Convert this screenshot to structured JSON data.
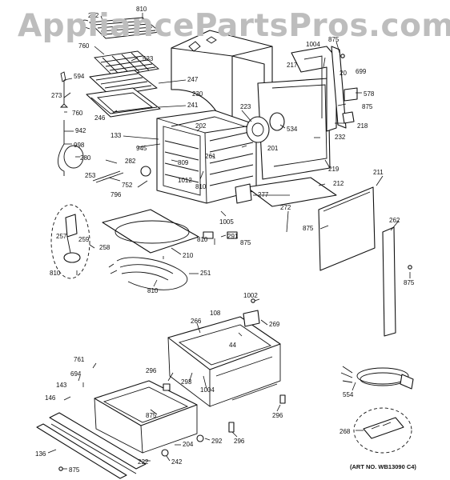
{
  "watermark": "AppliancePartsPros.com",
  "art_number": "(ART NO. WB13090 C4)",
  "callouts": [
    {
      "id": "c252",
      "text": "252"
    },
    {
      "id": "c810a",
      "text": "810"
    },
    {
      "id": "c1004a",
      "text": "1004"
    },
    {
      "id": "c875a",
      "text": "875"
    },
    {
      "id": "c760a",
      "text": "760"
    },
    {
      "id": "c533",
      "text": "533"
    },
    {
      "id": "c217",
      "text": "217"
    },
    {
      "id": "c699",
      "text": "699"
    },
    {
      "id": "c594",
      "text": "594"
    },
    {
      "id": "c247",
      "text": "247"
    },
    {
      "id": "c20",
      "text": "20"
    },
    {
      "id": "c578",
      "text": "578"
    },
    {
      "id": "c273",
      "text": "273"
    },
    {
      "id": "c230",
      "text": "230"
    },
    {
      "id": "c875b",
      "text": "875"
    },
    {
      "id": "c241",
      "text": "241"
    },
    {
      "id": "c223",
      "text": "223"
    },
    {
      "id": "c760b",
      "text": "760"
    },
    {
      "id": "c246",
      "text": "246"
    },
    {
      "id": "c218",
      "text": "218"
    },
    {
      "id": "c202",
      "text": "202"
    },
    {
      "id": "c534",
      "text": "534"
    },
    {
      "id": "c942",
      "text": "942"
    },
    {
      "id": "c133",
      "text": "133"
    },
    {
      "id": "c232",
      "text": "232"
    },
    {
      "id": "c998",
      "text": "998"
    },
    {
      "id": "c945",
      "text": "945"
    },
    {
      "id": "c201",
      "text": "201"
    },
    {
      "id": "c280",
      "text": "280"
    },
    {
      "id": "c261",
      "text": "261"
    },
    {
      "id": "c809",
      "text": "809"
    },
    {
      "id": "c282",
      "text": "282"
    },
    {
      "id": "c219",
      "text": "219"
    },
    {
      "id": "c211",
      "text": "211"
    },
    {
      "id": "c253",
      "text": "253"
    },
    {
      "id": "c1012",
      "text": "1012"
    },
    {
      "id": "c810b",
      "text": "810"
    },
    {
      "id": "c212",
      "text": "212"
    },
    {
      "id": "c752",
      "text": "752"
    },
    {
      "id": "c796",
      "text": "796"
    },
    {
      "id": "c277",
      "text": "277"
    },
    {
      "id": "c272",
      "text": "272"
    },
    {
      "id": "c262",
      "text": "262"
    },
    {
      "id": "c1005",
      "text": "1005"
    },
    {
      "id": "c875c",
      "text": "875"
    },
    {
      "id": "c257",
      "text": "257"
    },
    {
      "id": "c259",
      "text": "259"
    },
    {
      "id": "c291",
      "text": "291"
    },
    {
      "id": "c810c",
      "text": "810"
    },
    {
      "id": "c875d",
      "text": "875"
    },
    {
      "id": "c258",
      "text": "258"
    },
    {
      "id": "c210",
      "text": "210"
    },
    {
      "id": "c810d",
      "text": "810"
    },
    {
      "id": "c251",
      "text": "251"
    },
    {
      "id": "c875e",
      "text": "875"
    },
    {
      "id": "c810e",
      "text": "810"
    },
    {
      "id": "c1002",
      "text": "1002"
    },
    {
      "id": "c108",
      "text": "108"
    },
    {
      "id": "c266",
      "text": "266"
    },
    {
      "id": "c269",
      "text": "269"
    },
    {
      "id": "c44",
      "text": "44"
    },
    {
      "id": "c761",
      "text": "761"
    },
    {
      "id": "c296a",
      "text": "296"
    },
    {
      "id": "c143",
      "text": "143"
    },
    {
      "id": "c694",
      "text": "694"
    },
    {
      "id": "c293",
      "text": "293"
    },
    {
      "id": "c1004b",
      "text": "1004"
    },
    {
      "id": "c554",
      "text": "554"
    },
    {
      "id": "c146",
      "text": "146"
    },
    {
      "id": "c875f",
      "text": "875"
    },
    {
      "id": "c296b",
      "text": "296"
    },
    {
      "id": "c268",
      "text": "268"
    },
    {
      "id": "c292",
      "text": "292"
    },
    {
      "id": "c296c",
      "text": "296"
    },
    {
      "id": "c136",
      "text": "136"
    },
    {
      "id": "c204",
      "text": "204"
    },
    {
      "id": "c222",
      "text": "222"
    },
    {
      "id": "c242",
      "text": "242"
    },
    {
      "id": "c875g",
      "text": "875"
    }
  ]
}
